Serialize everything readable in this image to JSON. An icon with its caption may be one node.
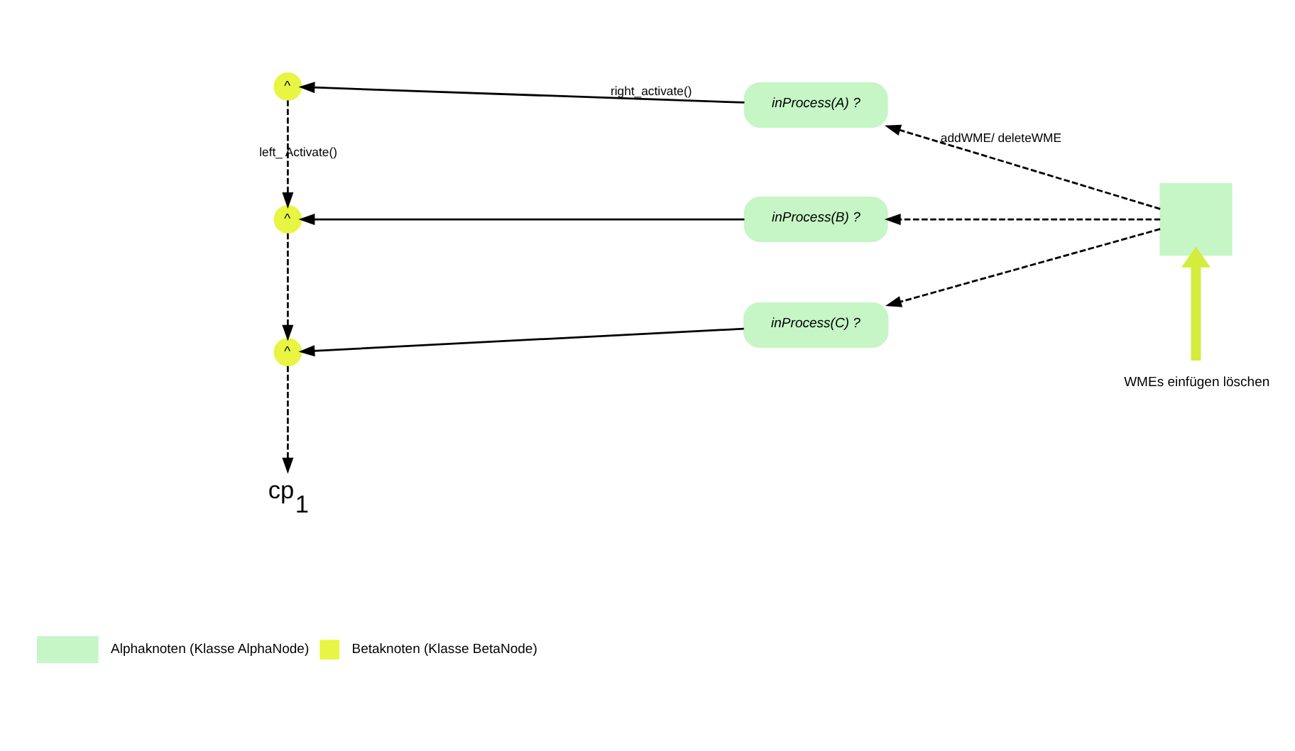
{
  "diagram": {
    "nodes": [
      {
        "text": [
          "^"
        ]
      },
      {
        "text": [
          "^"
        ]
      },
      {
        "text": [
          "^"
        ]
      },
      {
        "text": [
          "cp$_{1}$"
        ]
      },
      {
        "text": [
          "*inProcess(A) ?*"
        ]
      },
      {
        "text": [
          "*inProcess(B) ?*"
        ]
      },
      {
        "text": [
          "*inProcess(C) ?*"
        ]
      },
      {
        "text": [],
        "shape": "box"
      },
      {
        "text": [
          "WMEs einfügen löschen"
        ]
      }
    ],
    "edges": [
      {
        "from": 4,
        "to": 0,
        "arrow": "to",
        "label": "right_activate()"
      },
      {
        "from": 5,
        "to": 1,
        "arrow": "to"
      },
      {
        "from": 6,
        "to": 2,
        "arrow": "to"
      },
      {
        "from": 0,
        "to": 1,
        "arrow": "to",
        "style": "dashed",
        "label": "left_ Activate()"
      },
      {
        "from": 1,
        "to": 2,
        "arrow": "to",
        "style": "dashed"
      },
      {
        "from": 2,
        "to": 3,
        "arrow": "to",
        "style": "dashed"
      },
      {
        "from": 7,
        "to": 4,
        "arrow": "to",
        "style": "dashed",
        "label": "addWME/ deleteWME"
      },
      {
        "from": 7,
        "to": 5,
        "arrow": "to",
        "style": "dashed"
      },
      {
        "from": 7,
        "to": 6,
        "arrow": "to",
        "style": "dashed"
      },
      {
        "from": 8,
        "to": 7,
        "arrow": "to",
        "style": "thick",
        "color": "#d4ec3c"
      }
    ],
    "legend": [
      {
        "text": "Alphaknoten (Klasse AlphaNode)",
        "color": "#c6f5c6"
      },
      {
        "text": "Betaknoten (Klasse BetaNode)"
      }
    ]
  }
}
